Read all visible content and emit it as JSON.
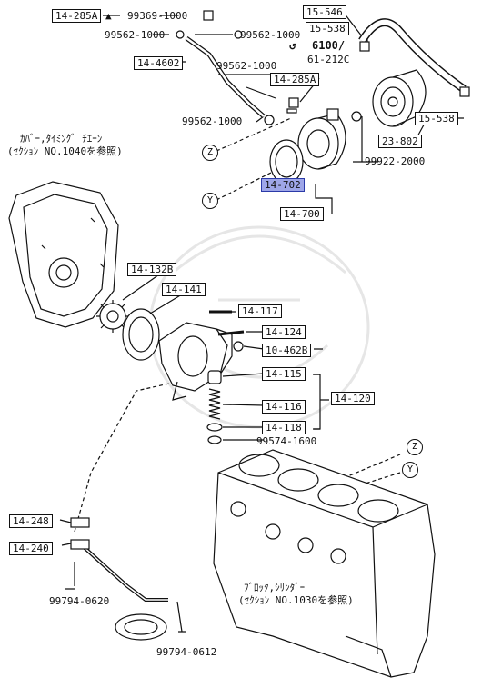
{
  "parts": {
    "p14_285A_top": "14-285A",
    "p99369": "99369-1000",
    "p99562_a": "99562-1000",
    "p99562_b": "99562-1000",
    "p14_4602": "14-4602",
    "p99562_c": "99562-1000",
    "p14_285A_mid": "14-285A",
    "p99562_d": "99562-1000",
    "p15_546": "15-546",
    "p15_538_top": "15-538",
    "ref_6100": "6100/",
    "ref_61212": "61-212C",
    "p15_538_right": "15-538",
    "p23_802": "23-802",
    "p99922": "99922-2000",
    "p14_702": "14-702",
    "p14_700": "14-700",
    "p14_132B": "14-132B",
    "p14_141": "14-141",
    "p14_117": "14-117",
    "p14_124": "14-124",
    "p10_462B": "10-462B",
    "p14_115": "14-115",
    "p14_120": "14-120",
    "p14_116": "14-116",
    "p14_118": "14-118",
    "p99574": "99574-1600",
    "p14_248": "14-248",
    "p14_240": "14-240",
    "p99794_0620": "99794-0620",
    "p99794_0612": "99794-0612"
  },
  "notes": {
    "cover_line1": "ｶﾊﾞｰ,ﾀｲﾐﾝｸﾞ ﾁｴｰﾝ",
    "cover_line2": "(ｾｸｼｮﾝ NO.1040を参照)",
    "block_line1": "ﾌﾞﾛｯｸ,ｼﾘﾝﾀﾞｰ",
    "block_line2": "(ｾｸｼｮﾝ NO.1030を参照)"
  },
  "markers": {
    "z": "Z",
    "y": "Y"
  },
  "colors": {
    "highlight": "#9ea6e8",
    "line": "#111111"
  }
}
